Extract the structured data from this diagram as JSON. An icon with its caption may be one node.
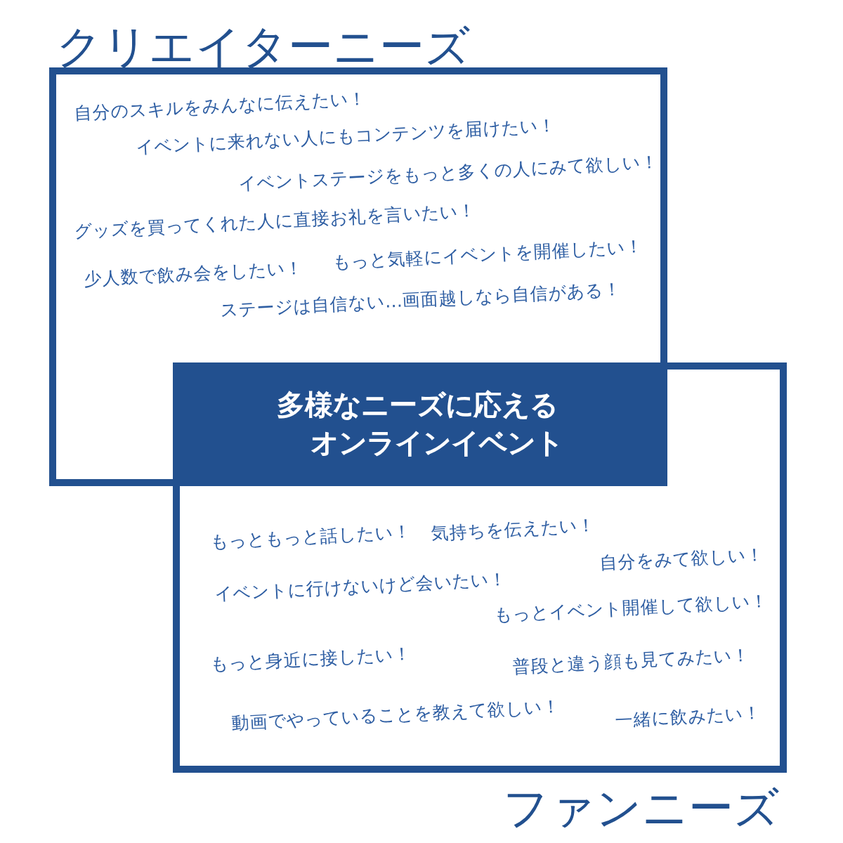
{
  "diagram": {
    "nodes": [
      {
        "text": [
          "クリエイターニーズ",
          "自分のスキルをみんなに伝えたい！",
          "イベントに来れない人にもコンテンツを届けたい！",
          "イベントステージをもっと多くの人にみて欲しい！",
          "グッズを買ってくれた人に直接お礼を言いたい！",
          "少人数で飲み会をしたい！",
          "もっと気軽にイベントを開催したい！",
          "ステージは自信ない…画面越しなら自信がある！"
        ]
      },
      {
        "text": [
          "ファンニーズ",
          "もっともっと話したい！",
          "気持ちを伝えたい！",
          "自分をみて欲しい！",
          "イベントに行けないけど会いたい！",
          "もっとイベント開催して欲しい！",
          "もっと身近に接したい！",
          "普段と違う顔も見てみたい！",
          "動画でやっていることを教えて欲しい！",
          "一緒に飲みたい！"
        ]
      },
      {
        "text": [
          "多様なニーズに応えるオンラインイベント"
        ]
      }
    ],
    "edges": []
  }
}
